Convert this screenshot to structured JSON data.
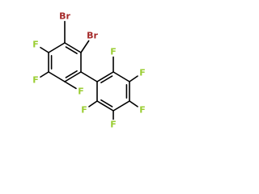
{
  "molecule": {
    "atoms": [
      {
        "id": "c1",
        "element": "C",
        "label": ""
      },
      {
        "id": "c2",
        "element": "C",
        "label": ""
      },
      {
        "id": "c3",
        "element": "C",
        "label": ""
      },
      {
        "id": "c4",
        "element": "C",
        "label": ""
      },
      {
        "id": "c5",
        "element": "C",
        "label": ""
      },
      {
        "id": "c6",
        "element": "C",
        "label": ""
      },
      {
        "id": "c7",
        "element": "C",
        "label": ""
      },
      {
        "id": "c8",
        "element": "C",
        "label": ""
      },
      {
        "id": "c9",
        "element": "C",
        "label": ""
      },
      {
        "id": "c10",
        "element": "C",
        "label": ""
      },
      {
        "id": "c11",
        "element": "C",
        "label": ""
      },
      {
        "id": "c12",
        "element": "C",
        "label": ""
      },
      {
        "id": "br1",
        "element": "Br",
        "label": "Br"
      },
      {
        "id": "br2",
        "element": "Br",
        "label": "Br"
      },
      {
        "id": "f1",
        "element": "F",
        "label": "F"
      },
      {
        "id": "f2",
        "element": "F",
        "label": "F"
      },
      {
        "id": "f3",
        "element": "F",
        "label": "F"
      },
      {
        "id": "f4",
        "element": "F",
        "label": "F"
      },
      {
        "id": "f5",
        "element": "F",
        "label": "F"
      },
      {
        "id": "f6",
        "element": "F",
        "label": "F"
      },
      {
        "id": "f7",
        "element": "F",
        "label": "F"
      },
      {
        "id": "f8",
        "element": "F",
        "label": "F"
      }
    ],
    "bonds": [
      {
        "from": "c1",
        "to": "c2",
        "order": 2
      },
      {
        "from": "c2",
        "to": "c3",
        "order": 1
      },
      {
        "from": "c3",
        "to": "c4",
        "order": 2
      },
      {
        "from": "c4",
        "to": "c5",
        "order": 1
      },
      {
        "from": "c5",
        "to": "c6",
        "order": 2
      },
      {
        "from": "c6",
        "to": "c1",
        "order": 1
      },
      {
        "from": "c1",
        "to": "br1",
        "order": 1
      },
      {
        "from": "c2",
        "to": "br2",
        "order": 1
      },
      {
        "from": "c6",
        "to": "f1",
        "order": 1
      },
      {
        "from": "c5",
        "to": "f2",
        "order": 1
      },
      {
        "from": "c4",
        "to": "f3",
        "order": 1
      },
      {
        "from": "c3",
        "to": "c7",
        "order": 1
      },
      {
        "from": "c7",
        "to": "c8",
        "order": 2
      },
      {
        "from": "c8",
        "to": "c9",
        "order": 1
      },
      {
        "from": "c9",
        "to": "c10",
        "order": 2
      },
      {
        "from": "c10",
        "to": "c11",
        "order": 1
      },
      {
        "from": "c11",
        "to": "c12",
        "order": 2
      },
      {
        "from": "c12",
        "to": "c7",
        "order": 1
      },
      {
        "from": "c8",
        "to": "f4",
        "order": 1
      },
      {
        "from": "c9",
        "to": "f5",
        "order": 1
      },
      {
        "from": "c10",
        "to": "f6",
        "order": 1
      },
      {
        "from": "c11",
        "to": "f7",
        "order": 1
      },
      {
        "from": "c12",
        "to": "f8",
        "order": 1
      }
    ],
    "colors": {
      "bond": "#000000",
      "Br": "#a52a2a",
      "F": "#9acd32"
    }
  }
}
